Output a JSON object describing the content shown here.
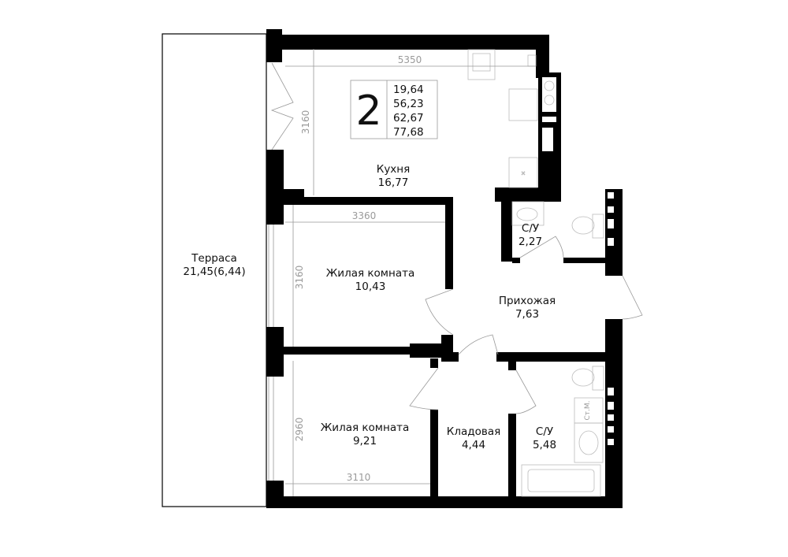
{
  "plan": {
    "room_count": "2",
    "areas": [
      "19,64",
      "56,23",
      "62,67",
      "77,68"
    ],
    "rooms": {
      "kitchen": {
        "name": "Кухня",
        "area": "16,77"
      },
      "bedroom1": {
        "name": "Жилая комната",
        "area": "10,43"
      },
      "bedroom2": {
        "name": "Жилая комната",
        "area": "9,21"
      },
      "hallway": {
        "name": "Прихожая",
        "area": "7,63"
      },
      "wc1": {
        "name": "С/У",
        "area": "2,27"
      },
      "wc2": {
        "name": "С/У",
        "area": "5,48"
      },
      "storage": {
        "name": "Кладовая",
        "area": "4,44"
      },
      "terrace": {
        "name": "Терраса",
        "area": "21,45(6,44)"
      }
    },
    "dimensions": {
      "kitchen_width": "5350",
      "kitchen_depth": "3160",
      "bedroom1_width": "3360",
      "bedroom1_depth": "3160",
      "bedroom2_width": "3110",
      "bedroom2_depth": "2960"
    },
    "washer_label": "Ст.М."
  }
}
